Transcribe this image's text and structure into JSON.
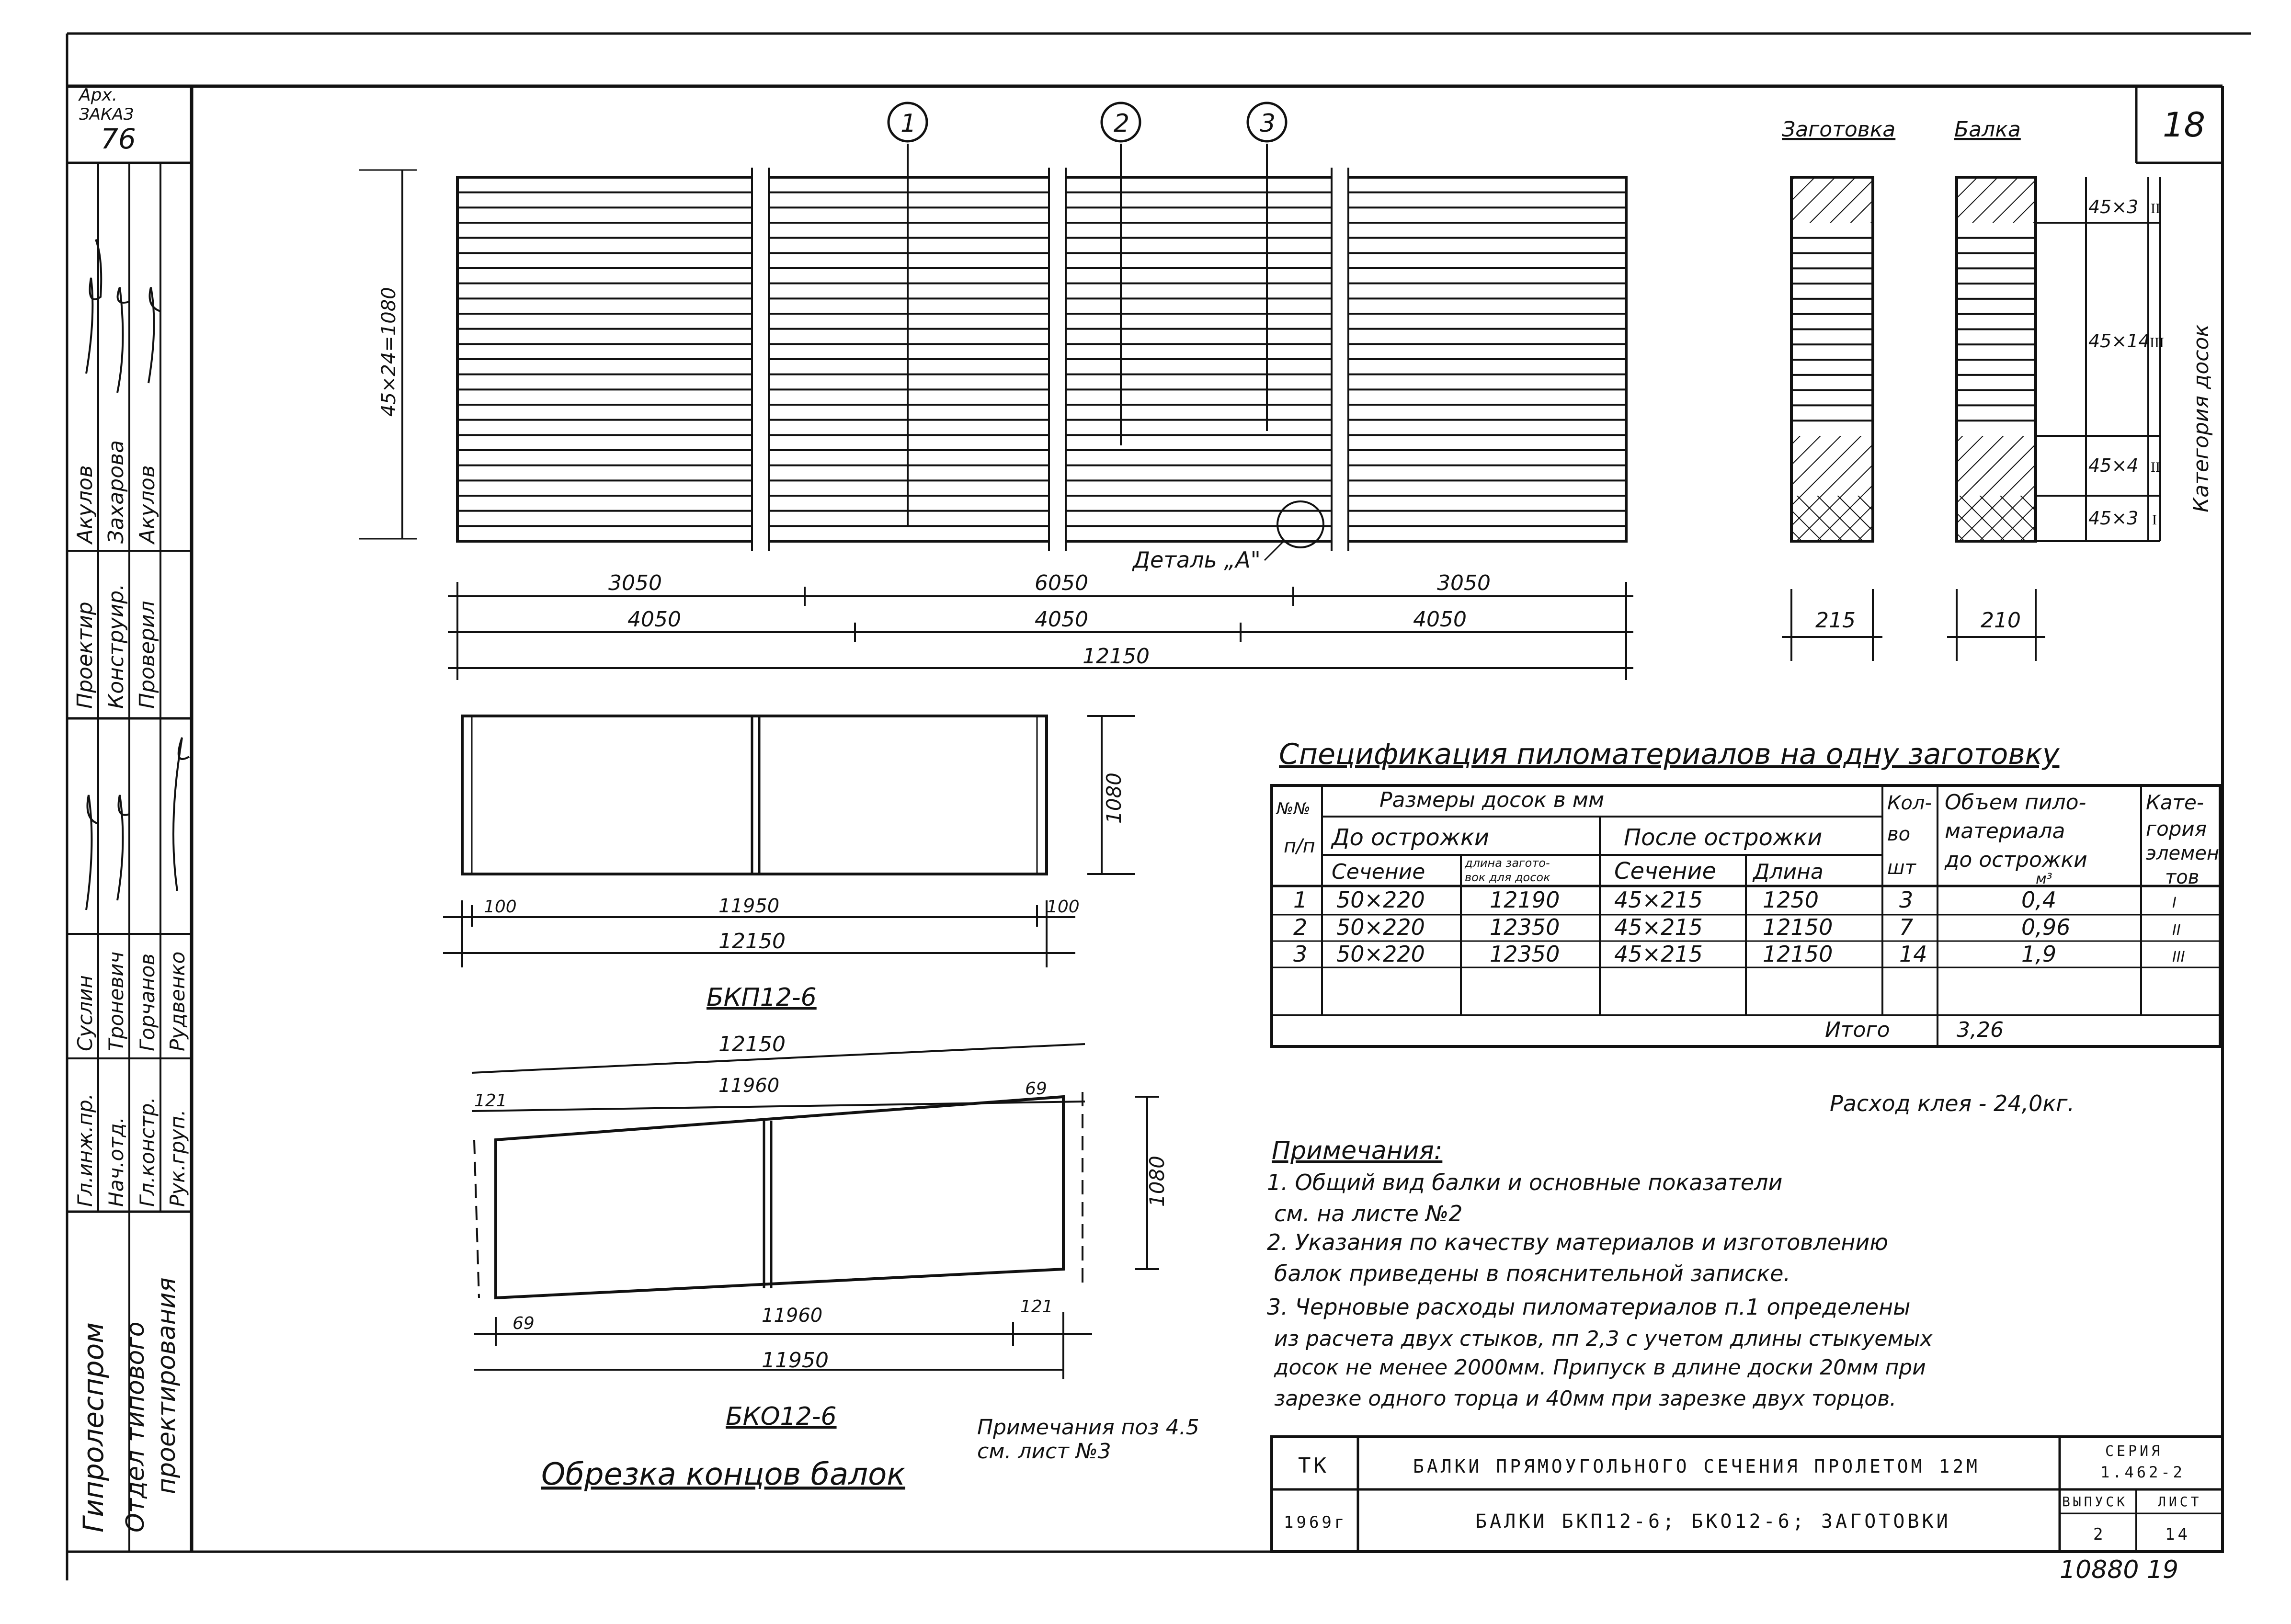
{
  "sheet_number": "18",
  "archive": {
    "label": "Арх.",
    "order_label": "ЗАКАЗ",
    "order_number": "76"
  },
  "signatures": {
    "roles": [
      "Проектир",
      "Конструир.",
      "Проверил"
    ],
    "names": [
      "Акулов",
      "Захарова",
      "Акулов"
    ]
  },
  "side_roles": {
    "roles": [
      "Гл.инж.пр.",
      "Нач.отд.",
      "Гл.констр.",
      "Рук.груп."
    ],
    "names": [
      "Суслин",
      "Троневич",
      "Горчанов",
      "Рудвенко"
    ]
  },
  "organization": {
    "line1": "Гипролеспром",
    "line2": "Отдел типового",
    "line3": "проектирования"
  },
  "plan": {
    "markers": [
      "1",
      "2",
      "3"
    ],
    "height_dim": "45×24=1080",
    "detail_label": "Деталь „А\"",
    "dims_row1": [
      "3050",
      "6050",
      "3050"
    ],
    "dims_row2": [
      "4050",
      "4050",
      "4050"
    ],
    "dims_total": "12150"
  },
  "sections": {
    "blank_label": "Заготовка",
    "beam_label": "Балка",
    "blank_width": "215",
    "beam_width": "210",
    "layers": [
      {
        "size": "45×3",
        "cat": "II"
      },
      {
        "size": "45×14",
        "cat": "III"
      },
      {
        "size": "45×4",
        "cat": "II"
      },
      {
        "size": "45×3",
        "cat": "I"
      }
    ],
    "category_title": "Категория досок"
  },
  "bkp": {
    "label": "БКП12-6",
    "height": "1080",
    "left": "100",
    "mid": "11950",
    "right": "100",
    "total": "12150"
  },
  "bko": {
    "label": "БКО12-6",
    "height": "1080",
    "top_total": "12150",
    "top_mid": "11960",
    "top_right": "69",
    "top_left": "121",
    "bottom_left": "69",
    "bottom_mid": "11960",
    "bottom_right": "121",
    "bottom_total": "11950"
  },
  "trim_title": "Обрезка концов балок",
  "trim_note": {
    "line1": "Примечания поз 4.5",
    "line2": "см. лист №3"
  },
  "spec": {
    "title": "Спецификация пиломатериалов на одну заготовку",
    "head_no": "№№ п/п",
    "head_sizes": "Размеры досок в мм",
    "head_before": "До острожки",
    "head_after": "После острожки",
    "head_section": "Сечение",
    "head_blank_len": "длина загото- вок для досок",
    "head_section2": "Сечение",
    "head_len": "Длина",
    "head_qty": "Кол-во шт",
    "head_vol": "Объем пило- материала до острожки м³",
    "head_cat": "Кате- гория элемен тов",
    "rows": [
      [
        "1",
        "50×220",
        "12190",
        "45×215",
        "1250",
        "3",
        "0,4",
        "I"
      ],
      [
        "2",
        "50×220",
        "12350",
        "45×215",
        "12150",
        "7",
        "0,96",
        "II"
      ],
      [
        "3",
        "50×220",
        "12350",
        "45×215",
        "12150",
        "14",
        "1,9",
        "III"
      ]
    ],
    "total_label": "Итого",
    "total_value": "3,26"
  },
  "glue": "Расход клея - 24,0кг.",
  "notes": {
    "title": "Примечания:",
    "lines": [
      "1. Общий вид балки и основные показатели",
      "см. на листе №2",
      "2. Указания по качеству материалов и изготовлению",
      "балок приведены в пояснительной записке.",
      "3. Черновые расходы пиломатериалов п.1 определены",
      "из расчета двух стыков, пп 2,3 с учетом длины стыкуемых",
      "досок не менее 2000мм. Припуск в длине доски 20мм при",
      "зарезке одного торца и 40мм при зарезке двух торцов."
    ]
  },
  "stamp": {
    "tk": "ТК",
    "year": "1969г",
    "title1": "БАЛКИ ПРЯМОУГОЛЬНОГО СЕЧЕНИЯ ПРОЛЕТОМ 12М",
    "title2": "БАЛКИ БКП12-6; БКО12-6; ЗАГОТОВКИ",
    "series_label": "СЕРИЯ",
    "series_value": "1.462-2",
    "issue_label": "ВЫПУСК",
    "issue_value": "2",
    "sheet_label": "ЛИСТ",
    "sheet_value": "14"
  },
  "footer_code": "10880 19"
}
